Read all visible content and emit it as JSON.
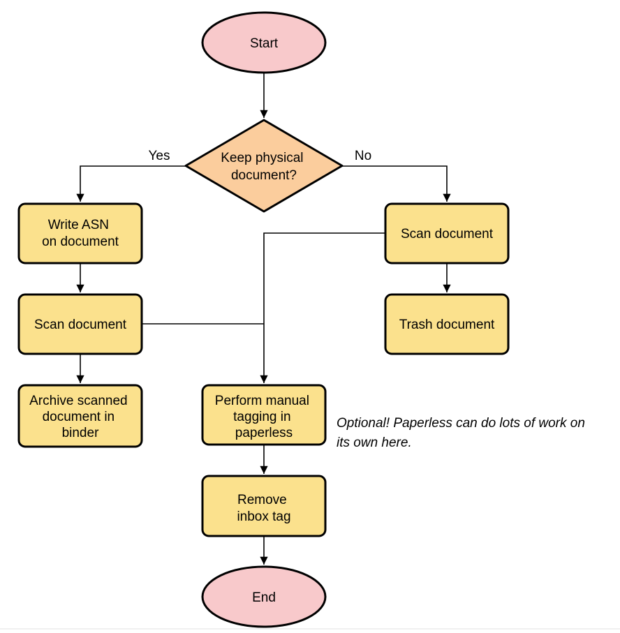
{
  "diagram": {
    "type": "flowchart",
    "colors": {
      "terminal_fill": "#f8c9cb",
      "decision_fill": "#fbcd9d",
      "process_fill": "#fbe18d",
      "stroke": "#000000",
      "connector": "#000000",
      "divider": "#ebebeb"
    },
    "nodes": {
      "start": {
        "label": "Start",
        "shape": "ellipse"
      },
      "keep_physical": {
        "shape": "diamond",
        "l1": "Keep physical",
        "l2": "document?"
      },
      "write_asn": {
        "shape": "process",
        "l1": "Write ASN",
        "l2": "on document"
      },
      "scan_document_left": {
        "shape": "process",
        "label": "Scan document"
      },
      "archive_scanned": {
        "shape": "process",
        "l1": "Archive scanned",
        "l2": "document in",
        "l3": "binder"
      },
      "scan_document_right": {
        "shape": "process",
        "label": "Scan document"
      },
      "trash_document": {
        "shape": "process",
        "label": "Trash document"
      },
      "manual_tagging": {
        "shape": "process",
        "l1": "Perform manual",
        "l2": "tagging in",
        "l3": "paperless"
      },
      "remove_inbox_tag": {
        "shape": "process",
        "l1": "Remove",
        "l2": "inbox tag"
      },
      "end": {
        "label": "End",
        "shape": "ellipse"
      }
    },
    "edge_labels": {
      "yes": "Yes",
      "no": "No"
    },
    "annotation": {
      "l1": "Optional! Paperless can do lots of work on",
      "l2": "its own here."
    }
  }
}
